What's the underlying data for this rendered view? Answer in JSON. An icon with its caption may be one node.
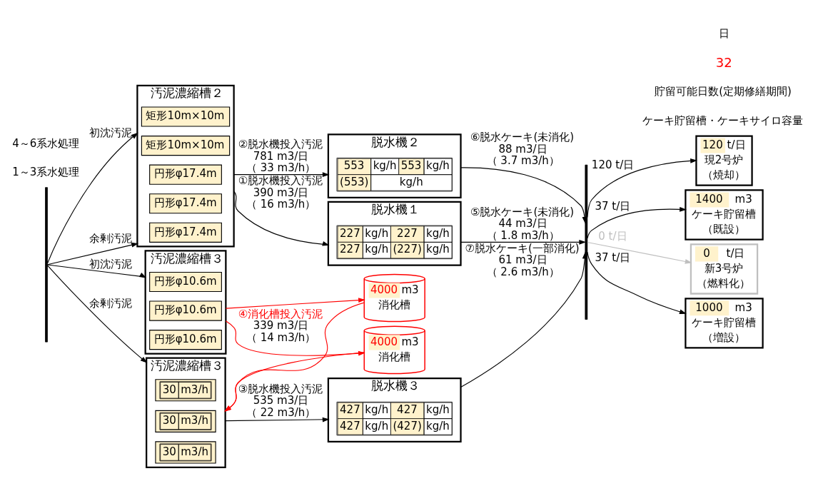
{
  "diagram": {
    "nodes": [
      {
        "text": [
          "汚泥濃縮槽２"
        ]
      },
      {
        "text": [
          "矩形10m×10m"
        ],
        "in": 0
      },
      {
        "text": [
          "矩形10m×10m"
        ],
        "in": 0
      },
      {
        "text": [
          "円形φ17.4m"
        ],
        "in": 0
      },
      {
        "text": [
          "円形φ17.4m"
        ],
        "in": 0
      },
      {
        "text": [
          "円形φ17.4m"
        ],
        "in": 0
      },
      {
        "text": [
          "脱水機１"
        ]
      },
      {
        "text": [
          "227",
          "kg/h",
          "227",
          "kg/h",
          "227",
          "kg/h",
          "(227)",
          "kg/h"
        ],
        "in": 6
      },
      {
        "text": [
          "脱水機２"
        ]
      },
      {
        "text": [
          "553",
          "kg/h",
          "553",
          "kg/h",
          "(553)",
          "kg/h"
        ],
        "in": 8
      },
      {
        "text": [
          "汚泥濃縮槽３"
        ]
      },
      {
        "text": [
          "円形φ10.6m"
        ],
        "in": 10
      },
      {
        "text": [
          "円形φ10.6m"
        ],
        "in": 10
      },
      {
        "text": [
          "円形φ10.6m"
        ],
        "in": 10
      },
      {
        "text": [
          "4000",
          "m3",
          "消化槽"
        ]
      },
      {
        "text": [
          "4000",
          "m3",
          "消化槽"
        ]
      },
      {
        "text": [
          "汚泥濃縮槽３"
        ]
      },
      {
        "text": [
          "30",
          "m3/h"
        ],
        "in": 16
      },
      {
        "text": [
          "30",
          "m3/h"
        ],
        "in": 16
      },
      {
        "text": [
          "30",
          "m3/h"
        ],
        "in": 16
      },
      {
        "text": [
          "脱水機３"
        ]
      },
      {
        "text": [
          "427",
          "kg/h",
          "427",
          "kg/h",
          "427",
          "kg/h",
          "(427)",
          "kg/h"
        ],
        "in": 20
      },
      {
        "text": [],
        "shape": "bar"
      },
      {
        "text": [
          "120",
          "t/日",
          "現2号炉",
          "（焼却）"
        ]
      },
      {
        "text": [
          "1400",
          "m3",
          "ケーキ貯留槽",
          "（既設）"
        ]
      },
      {
        "text": [
          "0",
          "t/日",
          "新3号炉",
          "（燃料化）"
        ]
      },
      {
        "text": [
          "1000",
          "m3",
          "ケーキ貯留槽",
          "（増設）"
        ]
      },
      {
        "text": [],
        "shape": "bar"
      }
    ],
    "edges": [
      {
        "from": 22,
        "to": 0,
        "arrow": "to",
        "label": "初沈汚泥"
      },
      {
        "from": 22,
        "to": 0,
        "arrow": "to",
        "label": "余剰汚泥"
      },
      {
        "from": 0,
        "to": 6,
        "arrow": "to",
        "label": [
          "①脱水機投入汚泥",
          "390 m3/日",
          "（ 16 m3/h）"
        ]
      },
      {
        "from": 0,
        "to": 8,
        "arrow": "to",
        "label": [
          "②脱水機投入汚泥",
          "781 m3/日",
          "（ 33 m3/h）"
        ]
      },
      {
        "from": 22,
        "to": 10,
        "arrow": "to",
        "label": "初沈汚泥"
      },
      {
        "from": 10,
        "to": 14,
        "arrow": "to",
        "color": "#ff0000",
        "label": [
          "④消化槽投入汚泥",
          "339 m3/日",
          "（ 14 m3/h）"
        ]
      },
      {
        "from": 10,
        "to": 15,
        "arrow": "to",
        "color": "#ff0000"
      },
      {
        "from": 14,
        "to": 16,
        "arrow": "to",
        "color": "#ff0000"
      },
      {
        "from": 15,
        "to": 16,
        "arrow": "to",
        "color": "#ff0000"
      },
      {
        "from": 22,
        "to": 16,
        "arrow": "to",
        "label": "余剰汚泥"
      },
      {
        "from": 16,
        "to": 20,
        "arrow": "to",
        "label": [
          "③脱水機投入汚泥",
          "535 m3/日",
          "（ 22 m3/h）"
        ]
      },
      {
        "from": 6,
        "to": 27,
        "arrow": "to",
        "label": [
          "⑤脱水ケーキ(未消化)",
          "44 m3/日",
          "（ 1.8 m3/h）"
        ]
      },
      {
        "from": 8,
        "to": 27,
        "arrow": "to",
        "label": [
          "⑥脱水ケーキ(未消化)",
          "88 m3/日",
          "（ 3.7 m3/h）"
        ]
      },
      {
        "from": 20,
        "to": 27,
        "arrow": "to",
        "label": [
          "⑦脱水ケーキ(一部消化)",
          "61 m3/日",
          "（ 2.6 m3/h）"
        ]
      },
      {
        "from": 27,
        "to": 23,
        "arrow": "to",
        "label": "120 t/日"
      },
      {
        "from": 27,
        "to": 24,
        "arrow": "to",
        "label": "37 t/日"
      },
      {
        "from": 27,
        "to": 25,
        "arrow": "to",
        "label": "0 t/日",
        "color": "#bfbfbf"
      },
      {
        "from": 27,
        "to": 26,
        "arrow": "to",
        "label": "37 t/日"
      }
    ],
    "labels": [
      "1～3系水処理",
      "4～6系水処理",
      "ケーキ貯留槽・ケーキサイロ容量",
      "貯留可能日数(定期修繕期間)",
      "32",
      "日"
    ]
  }
}
